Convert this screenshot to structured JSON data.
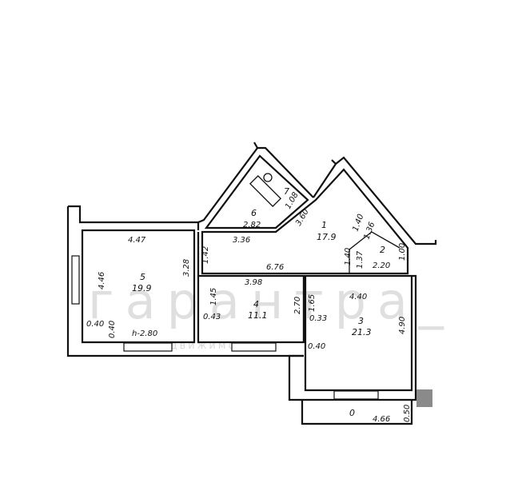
{
  "watermark": {
    "main": "гарантра_",
    "sub": "недвижимость"
  },
  "colors": {
    "marker": "#8a8a8a",
    "line": "#111111"
  },
  "rooms": [
    {
      "id": "room-1",
      "number": "1",
      "area": "17.9"
    },
    {
      "id": "room-2",
      "number": "2",
      "area": ""
    },
    {
      "id": "room-3",
      "number": "3",
      "area": "21.3"
    },
    {
      "id": "room-4",
      "number": "4",
      "area": "11.1"
    },
    {
      "id": "room-5",
      "number": "5",
      "area": "19.9"
    },
    {
      "id": "room-6",
      "number": "6",
      "area": ""
    },
    {
      "id": "room-7",
      "number": "7",
      "area": ""
    },
    {
      "id": "balcony",
      "number": "0",
      "area": ""
    }
  ],
  "dimensions": {
    "d447": "4.47",
    "d446": "4.46",
    "d328": "3.28",
    "d142": "1.42",
    "d676": "6.76",
    "d398": "3.98",
    "d145": "1.45",
    "d043": "0.43",
    "d270": "2.70",
    "d165": "1.65",
    "d033": "0.33",
    "d440": "4.40",
    "d490": "4.90",
    "d040a": "0.40",
    "d040b": "0.40",
    "d040c": "0.40",
    "height": "h-2.80",
    "d466": "4.66",
    "d050": "0.50",
    "d108": "1.08",
    "d360": "3.60",
    "d282": "2.82",
    "d336": "3.36",
    "d140a": "1.40",
    "d136": "1.36",
    "d140b": "1.40",
    "d137": "1.37",
    "d220": "2.20",
    "d100": "1.00"
  }
}
